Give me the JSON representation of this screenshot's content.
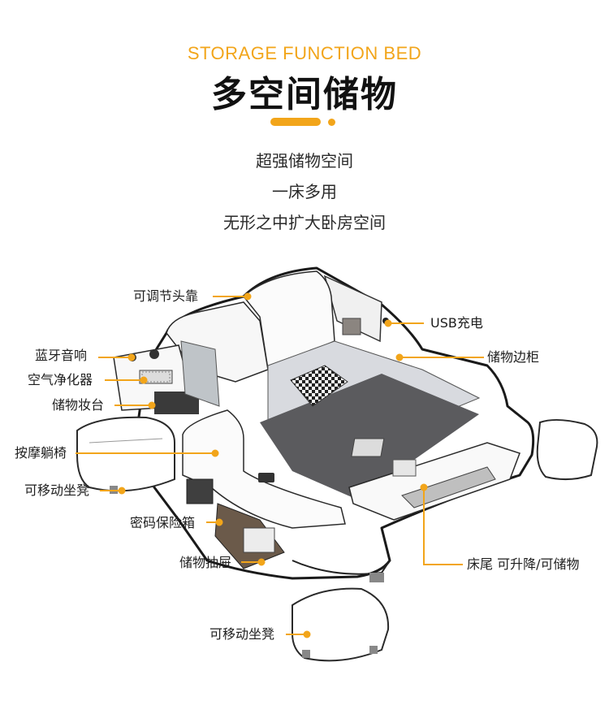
{
  "header": {
    "subtitle_en": "STORAGE FUNCTION BED",
    "title_cn": "多空间储物",
    "taglines": [
      "超强储物空间",
      "一床多用",
      "无形之中扩大卧房空间"
    ]
  },
  "colors": {
    "accent": "#f2a51a",
    "leather": "#ffffff",
    "outline": "#1a1a1a",
    "mattress": "#d8dadf",
    "runner": "#5b5b5e",
    "wood": "#6b5a4a"
  },
  "callouts": {
    "headrest": "可调节头靠",
    "usb": "USB充电",
    "side_cabinet": "储物边柜",
    "speaker": "蓝牙音响",
    "air_purifier": "空气净化器",
    "vanity": "储物妆台",
    "lounge_chair": "按摩躺椅",
    "stool_left": "可移动坐凳",
    "safe_box": "密码保险箱",
    "drawer": "储物抽屉",
    "foot_lift": "床尾 可升降/可储物",
    "stool_bottom": "可移动坐凳"
  }
}
